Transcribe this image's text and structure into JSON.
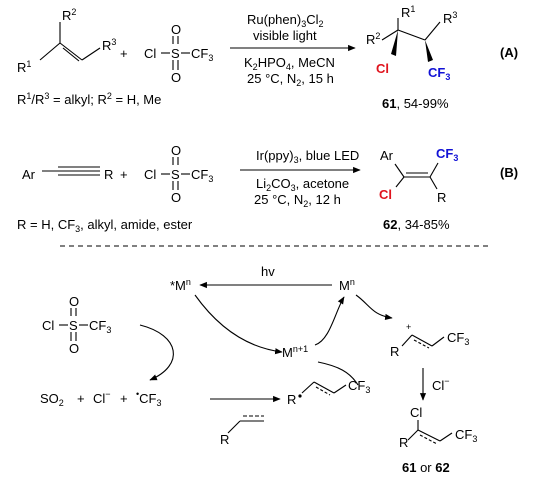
{
  "reaction_a": {
    "tag": "(A)",
    "plus": "+",
    "sm_r1": "R",
    "sm_r1_sup": "1",
    "sm_r2": "R",
    "sm_r2_sup": "2",
    "sm_r3": "R",
    "sm_r3_sup": "3",
    "reagent_cl": "Cl",
    "reagent_s": "S",
    "reagent_o": "O",
    "reagent_cf3": "CF",
    "reagent_cf3_sub": "3",
    "cond_1": "Ru(phen)",
    "cond_1_sub": "3",
    "cond_1_tail": "Cl",
    "cond_1_tail_sub": "2",
    "cond_2": "visible light",
    "cond_3": "K",
    "cond_3_sub1": "2",
    "cond_3_mid": "HPO",
    "cond_3_sub2": "4",
    "cond_3_tail": ", MeCN",
    "cond_4": "25 °C, N",
    "cond_4_sub": "2",
    "cond_4_tail": ", 15 h",
    "prod_r1": "R",
    "prod_r1_sup": "1",
    "prod_r2": "R",
    "prod_r2_sup": "2",
    "prod_r3": "R",
    "prod_r3_sup": "3",
    "prod_cl": "Cl",
    "prod_cf3": "CF",
    "prod_cf3_sub": "3",
    "scope_r": "R",
    "scope_r1": "1",
    "scope_slash": "/R",
    "scope_r3": "3",
    "scope_text": " = alkyl; R",
    "scope_r2": "2",
    "scope_tail": " = H, Me",
    "product_number": "61",
    "product_yield": ", 54-99%"
  },
  "reaction_b": {
    "tag": "(B)",
    "plus": "+",
    "sm_ar": "Ar",
    "sm_r": "R",
    "reagent_cl": "Cl",
    "reagent_s": "S",
    "reagent_o": "O",
    "reagent_cf3": "CF",
    "reagent_cf3_sub": "3",
    "cond_1": "Ir(ppy)",
    "cond_1_sub": "3",
    "cond_1_tail": ", blue LED",
    "cond_2": "Li",
    "cond_2_sub1": "2",
    "cond_2_mid": "CO",
    "cond_2_sub2": "3",
    "cond_2_tail": ", acetone",
    "cond_3": "25 °C, N",
    "cond_3_sub": "2",
    "cond_3_tail": ", 12 h",
    "prod_ar": "Ar",
    "prod_cl": "Cl",
    "prod_r": "R",
    "prod_cf3": "CF",
    "prod_cf3_sub": "3",
    "scope_a": "R = H, CF",
    "scope_sub": "3",
    "scope_b": ", alkyl, amide, ester",
    "product_number": "62",
    "product_yield": ", 34-85%"
  },
  "mechanism": {
    "hv": "hv",
    "excited_m": "*M",
    "excited_m_sup": "n",
    "ground_m": "M",
    "ground_m_sup": "n",
    "oxidized_m": "M",
    "oxidized_m_sup": "n+1",
    "reagent_cl": "Cl",
    "reagent_s": "S",
    "reagent_o": "O",
    "reagent_cf3": "CF",
    "reagent_cf3_sub": "3",
    "so2": "SO",
    "so2_sub": "2",
    "plus": "+",
    "chloride": "Cl",
    "chloride_sup": "−",
    "cf3_radical": "CF",
    "cf3_radical_sub": "3",
    "radical_dot": "•",
    "alkyne_r": "R",
    "radical_int_r": "R",
    "radical_int_cf3": "CF",
    "radical_int_cf3_sub": "3",
    "cation_r": "R",
    "cation_plus": "+",
    "cation_cf3": "CF",
    "cation_cf3_sub": "3",
    "cl_minus_label": "Cl",
    "cl_minus_sup": "−",
    "final_cl": "Cl",
    "final_r": "R",
    "final_cf3": "CF",
    "final_cf3_sub": "3",
    "final_label_a": "61",
    "final_label_or": " or ",
    "final_label_b": "62"
  }
}
